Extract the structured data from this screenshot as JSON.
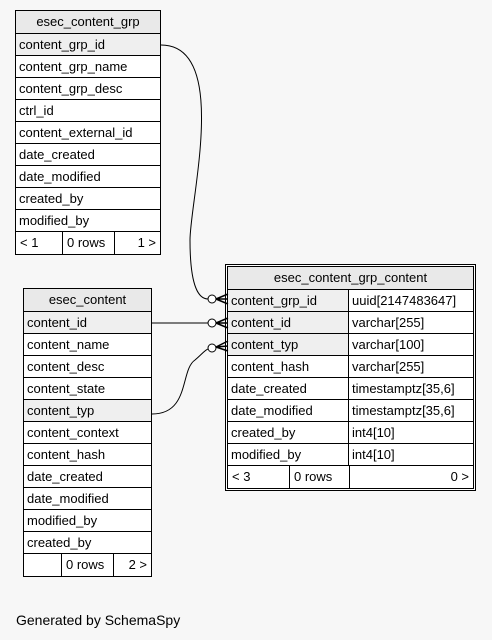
{
  "tables": {
    "grp": {
      "name": "esec_content_grp",
      "columns": [
        {
          "name": "content_grp_id",
          "key": true
        },
        {
          "name": "content_grp_name",
          "key": false
        },
        {
          "name": "content_grp_desc",
          "key": false
        },
        {
          "name": "ctrl_id",
          "key": false
        },
        {
          "name": "content_external_id",
          "key": false
        },
        {
          "name": "date_created",
          "key": false
        },
        {
          "name": "date_modified",
          "key": false
        },
        {
          "name": "created_by",
          "key": false
        },
        {
          "name": "modified_by",
          "key": false
        }
      ],
      "footer": {
        "parents": "< 1",
        "rows": "0 rows",
        "children": "1 >"
      }
    },
    "content": {
      "name": "esec_content",
      "columns": [
        {
          "name": "content_id",
          "key": true
        },
        {
          "name": "content_name",
          "key": false
        },
        {
          "name": "content_desc",
          "key": false
        },
        {
          "name": "content_state",
          "key": false
        },
        {
          "name": "content_typ",
          "key": true
        },
        {
          "name": "content_context",
          "key": false
        },
        {
          "name": "content_hash",
          "key": false
        },
        {
          "name": "date_created",
          "key": false
        },
        {
          "name": "date_modified",
          "key": false
        },
        {
          "name": "modified_by",
          "key": false
        },
        {
          "name": "created_by",
          "key": false
        }
      ],
      "footer": {
        "parents": "",
        "rows": "0 rows",
        "children": "2 >"
      }
    },
    "grp_content": {
      "name": "esec_content_grp_content",
      "columns": [
        {
          "name": "content_grp_id",
          "type": "uuid[2147483647]",
          "key": true
        },
        {
          "name": "content_id",
          "type": "varchar[255]",
          "key": true
        },
        {
          "name": "content_typ",
          "type": "varchar[100]",
          "key": true
        },
        {
          "name": "content_hash",
          "type": "varchar[255]",
          "key": false
        },
        {
          "name": "date_created",
          "type": "timestamptz[35,6]",
          "key": false
        },
        {
          "name": "date_modified",
          "type": "timestamptz[35,6]",
          "key": false
        },
        {
          "name": "created_by",
          "type": "int4[10]",
          "key": false
        },
        {
          "name": "modified_by",
          "type": "int4[10]",
          "key": false
        }
      ],
      "footer": {
        "parents": "< 3",
        "rows": "0 rows",
        "children": "0 >"
      }
    }
  },
  "generated_by": "Generated by SchemaSpy"
}
